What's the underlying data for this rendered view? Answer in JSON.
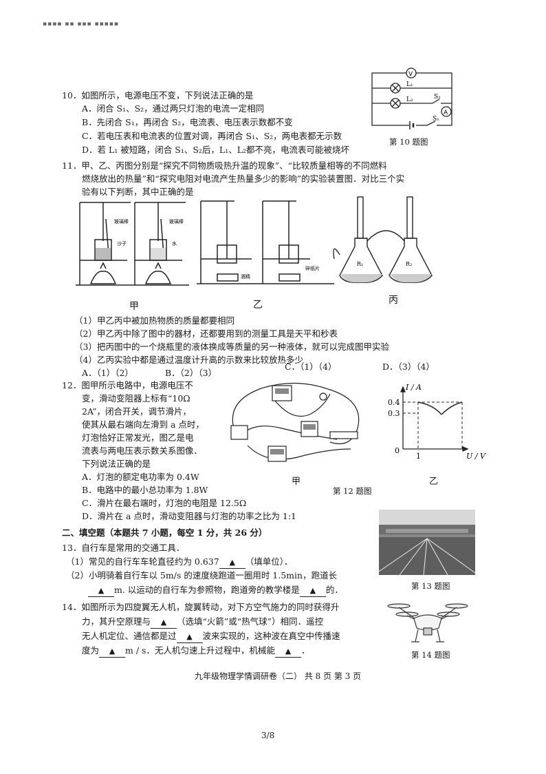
{
  "header_marks": "▪▪▪▪ ▪▪ ▪▪▪ ▪▪▪▪▪",
  "q10": {
    "stem": "10．如图所示，电源电压不变，下列说法正确的是",
    "A": "A．闭合 S₁、S₂，通过两只灯泡的电流一定相同",
    "B": "B．先闭合 S₁，再闭合 S₂，电流表、电压表示数都不变",
    "C": "C．若电压表和电流表的位置对调，再闭合 S₁、S₂，两电表都无示数",
    "D": "D．若 L₁ 被短路，闭合 S₁、S₂后，L₁、L₂都不亮，电流表可能被烧坏",
    "fig_caption": "第 10 题图",
    "labels": {
      "V": "V",
      "A": "A",
      "L1": "L₁",
      "L2": "L₂",
      "S1": "S₁",
      "S2": "S₂"
    }
  },
  "q11": {
    "stem1": "11．甲、乙、丙图分别是“探究不同物质吸热升温的现象”、“比较质量相等的不同燃料",
    "stem2": "燃烧放出的热量”和“探究电阻对电流产生热量多少的影响”的实验装置图．对比三个实",
    "stem3": "验有以下判断，其中正确的是",
    "fig_labels": {
      "jia": "甲",
      "yi": "乙",
      "bing": "丙"
    },
    "small_labels": {
      "rod1": "玻璃棒",
      "sand": "沙子",
      "rod2": "玻璃棒",
      "water": "水",
      "alcohol": "酒精",
      "paper": "碎纸片",
      "r1": "R₁",
      "r2": "R₂"
    },
    "s1": "（1）甲乙丙中被加热物质的质量都要相同",
    "s2": "（2）甲乙丙中除了图中的器材，还都要用到的测量工具是天平和秒表",
    "s3": "（3）把丙图中的一个烧瓶里的液体换成等质量的另一种液体，就可以完成图甲实验",
    "s4": "（4）乙丙实验中都是通过温度计升高的示数来比较放热多少",
    "A": "A．（1）（2）",
    "B": "B．（2）（3）",
    "C": "C．（1）（4）",
    "D": "D．（3）（4）"
  },
  "q12": {
    "l1": "12．图甲所示电路中，电源电压不",
    "l2": "变，滑动变阻器上标有“10Ω",
    "l3": "2A”，闭合开关，调节滑片，",
    "l4": "使其从最右端向左滑到 a 点时，",
    "l5": "灯泡恰好正常发光，图乙是电",
    "l6": "流表与两电压表示数关系图像．",
    "l7": "下列说法正确的是",
    "A": "A．灯泡的额定电功率为 0.4W",
    "B": "B．电路中的最小总功率为 1.8W",
    "C": "C．滑片在最右端时，灯泡的电阻是 12.5Ω",
    "D": "D．滑片在 a 点时，滑动变阻器与灯泡的功率之比为 1:1",
    "fig_jia": "甲",
    "fig_yi": "乙",
    "fig_caption": "第 12 题图",
    "graph": {
      "ylabel": "I / A",
      "xlabel": "U / V",
      "origin": "0",
      "y1": "0.4",
      "y2": "0.3",
      "x1": "1"
    }
  },
  "section2": {
    "title": "二、填空题（本题共 7 小题，每空 1 分，共 26 分）"
  },
  "q13": {
    "stem": "13．自行车是常用的交通工具．",
    "p1a": "（1）常见的自行车车轮直径约为 0.637",
    "p1b": "（填单位）．",
    "p2a": "（2）小明骑着自行车以 5m/s 的速度绕跑道一圈用时 1.5min，跑道长",
    "p2b": "m. 以运动的自行车为参照物，跑道旁的教学楼是",
    "p2c": "的．",
    "fig_caption": "第 13 题图"
  },
  "q14": {
    "l1": "14．如图所示为四旋翼无人机，旋翼转动，对下方空气施力的同时获得升",
    "l2a": "力，其升空原理与",
    "l2b": "（选填“火箭”或“热气球”）相同．遥控",
    "l3a": "无人机定位、通信都是过",
    "l3b": "波来实现的，这种波在真空中传播速",
    "l4a": "度为",
    "l4b": "m / s．无人机匀速上升过程中，机械能",
    "l4c": "．",
    "fig_caption": "第 14 题图"
  },
  "blank_mark": "▲",
  "footer": "九年级物理学情调研卷（二）   共 8 页   第 3 页",
  "page_number": "3/8"
}
